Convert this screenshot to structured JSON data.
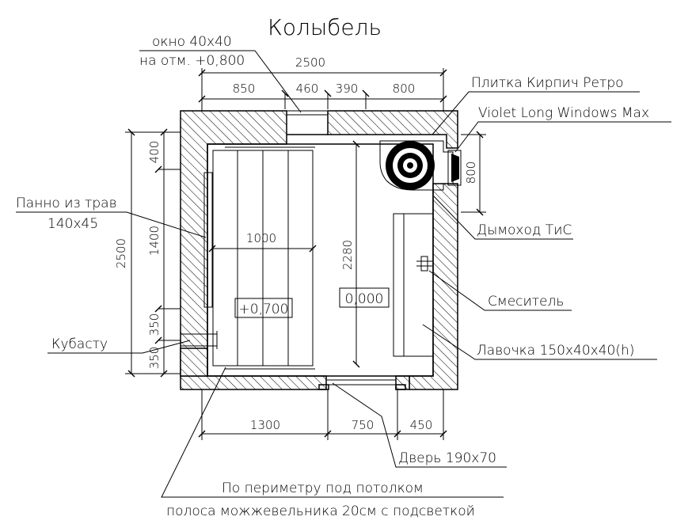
{
  "title": "Колыбель",
  "callouts": {
    "window_line1": "окно 40х40",
    "window_line2": "на отм. +0,800",
    "tile": "Плитка Кирпич Ретро",
    "stove": "Violet Long Windows Max",
    "panel_line1": "Панно из трав",
    "panel_line2": "140х45",
    "chimney": "Дымоход ТиС",
    "mixer": "Смеситель",
    "bench": "Лавочка 150х40х40(h)",
    "tub": "Кубасту",
    "door": "Дверь 190х70",
    "note_line1": "По периметру под потолком",
    "note_line2": "полоса можжевельника 20см с подсветкой"
  },
  "dimensions": {
    "top_total": "2500",
    "top_850": "850",
    "top_460": "460",
    "top_390": "390",
    "top_800": "800",
    "right_800": "800",
    "left_total": "2500",
    "left_400": "400",
    "left_1400": "1400",
    "left_350a": "350",
    "left_350b": "350",
    "bottom_1300": "1300",
    "bottom_750": "750",
    "bottom_450": "450",
    "inner_1000": "1000",
    "inner_2280": "2280"
  },
  "levels": {
    "platform": "+0,700",
    "floor": "0,000"
  }
}
